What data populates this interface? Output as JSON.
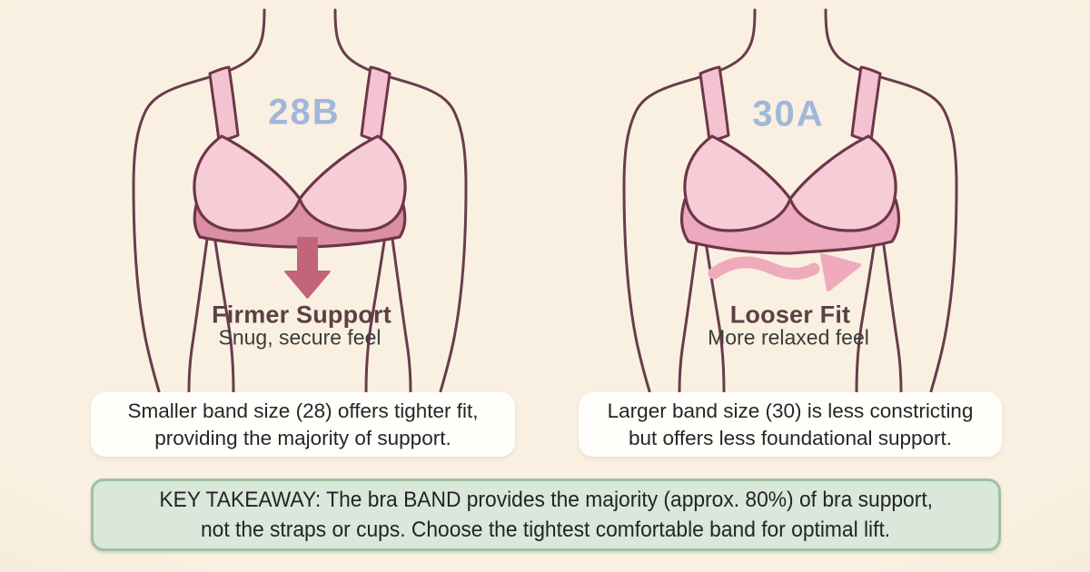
{
  "left_panel": {
    "size_label": "28B",
    "effect_title": "Firmer Support",
    "effect_subtitle": "Snug, secure feel",
    "card_line1": "Smaller band size (28) offers tighter fit,",
    "card_line2": "providing the majority of support.",
    "arrow_icon": "down-arrow"
  },
  "right_panel": {
    "size_label": "30A",
    "effect_title": "Looser Fit",
    "effect_subtitle": "More relaxed feel",
    "card_line1": "Larger band size (30) is less constricting",
    "card_line2": "but offers less foundational support.",
    "arrow_icon": "wavy-right-arrow"
  },
  "takeaway": {
    "line1": "KEY TAKEAWAY: The bra BAND provides the majority (approx. 80%) of bra support,",
    "line2": "not the straps or cups. Choose the tightest comfortable band for optimal lift."
  },
  "palette": {
    "background_cream": "#f8eedd",
    "body_outline": "#693c4d",
    "cup_pink": "#f6ccd7",
    "band_pink_firm": "#db8fa4",
    "band_pink_loose": "#eda9bd",
    "strap_pink": "#f3c3d1",
    "size_label_blue": "#a1b7da",
    "effect_title_maroon": "#5c4046",
    "effect_subtitle_gray": "#3b3b3b",
    "down_arrow": "#c2647c",
    "wavy_arrow": "#efaabc",
    "card_bg": "#fffefb",
    "card_text": "#262626",
    "takeaway_bg": "#d9e8da",
    "takeaway_border": "#a0c0a1",
    "takeaway_text": "#242424"
  }
}
